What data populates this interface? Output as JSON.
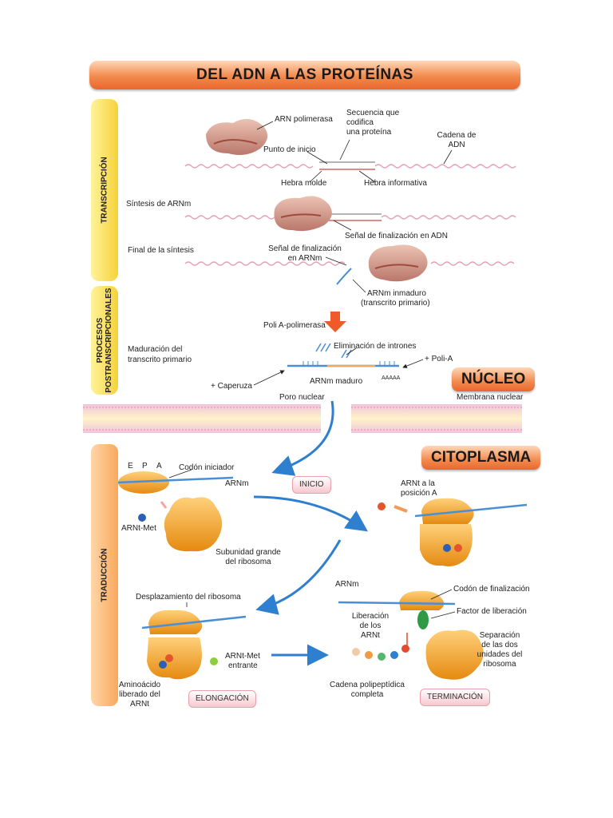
{
  "title": "DEL ADN A LAS PROTEÍNAS",
  "sections": {
    "transcription": "TRANSCRIPCIÓN",
    "post_line1": "PROCESOS",
    "post_line2": "POSTRANSCRIPCIONALES",
    "translation": "TRADUCCIÓN"
  },
  "compartments": {
    "nucleus": "NÚCLEO",
    "cytoplasm": "CITOPLASMA"
  },
  "transcription": {
    "polymerase": "ARN polimerasa",
    "seq_line1": "Secuencia que",
    "seq_line2": "codifica",
    "seq_line3": "una proteína",
    "dna_line1": "Cadena de",
    "dna_line2": "ADN",
    "start_point": "Punto de inicio",
    "template_strand": "Hebra molde",
    "info_strand": "Hebra informativa",
    "synthesis": "Síntesis de ARNm",
    "end_signal_dna": "Señal de finalización en ADN",
    "end_synthesis": "Final de la síntesis",
    "end_signal_mrna_1": "Señal de finalización",
    "end_signal_mrna_2": "en ARNm",
    "immature_1": "ARNm inmaduro",
    "immature_2": "(transcrito primario)"
  },
  "post": {
    "polya_polymerase": "Poli A-polimerasa",
    "maturation_1": "Maduración del",
    "maturation_2": "transcrito primario",
    "intron_removal": "Eliminación de intrones",
    "poly_a": "+ Poli-A",
    "aaaaa": "AAAAA",
    "cap": "+ Caperuza",
    "mature": "ARNm maduro",
    "nuclear_pore": "Poro nuclear",
    "nuclear_membrane": "Membrana nuclear"
  },
  "translation": {
    "e": "E",
    "p": "P",
    "a": "A",
    "start_codon": "Codón iniciador",
    "mrna": "ARNm",
    "mrna_sub": "ARNm",
    "trna_met": "ARNt-Met",
    "large_1": "Subunidad grande",
    "large_2": "del ribosoma",
    "initiation": "INICIO",
    "trna_a_1": "ARNt a la",
    "trna_a_2": "posición A",
    "displacement": "Desplazamiento del ribosoma",
    "stop_codon": "Codón de finalización",
    "release_1": "Liberación",
    "release_2": "de los",
    "release_3": "ARNt",
    "release_factor": "Factor de liberación",
    "sep_1": "Separación",
    "sep_2": "de las dos",
    "sep_3": "unidades del",
    "sep_4": "ribosoma",
    "incoming_1": "ARNt-Met",
    "incoming_2": "entrante",
    "aa_1": "Aminoácido",
    "aa_2": "liberado del",
    "aa_3": "ARNt",
    "chain_1": "Cadena polipeptídica",
    "chain_2": "completa",
    "elongation": "ELONGACIÓN",
    "termination": "TERMINACIÓN"
  },
  "colors": {
    "banner": "#f28a4d",
    "yellow_tab": "#f6d23a",
    "orange_tab": "#f9a85c",
    "ribosome": "#f5a21c",
    "polymerase": "#d9a08e",
    "mrna": "#4a8fd6",
    "membrane": "#e8a6c8",
    "arrow": "#f05a28"
  }
}
